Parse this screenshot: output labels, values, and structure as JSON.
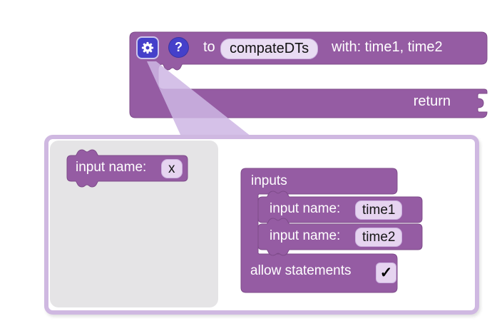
{
  "colors": {
    "block": "#955ca3",
    "block_border": "#7e4b8a",
    "field_bg": "#e6d4f0",
    "field_border": "#cdb3e0",
    "name_field_bg": "#e9dcf3",
    "button_blue": "#4540ca",
    "dialog_border": "#cfb8e1",
    "flyout_bg": "#e5e4e6",
    "wedge": "rgba(206,182,228,0.85)"
  },
  "definition_block": {
    "gear_icon": "gear-mutator-toggle",
    "help_glyph": "?",
    "prefix_label": "to",
    "procedure_name": "compateDTs",
    "params_label": "with: time1, time2",
    "return_label": "return"
  },
  "mutator_dialog": {
    "flyout_block": {
      "label": "input name:",
      "value": "x"
    },
    "inputs_block": {
      "title": "inputs",
      "rows": [
        {
          "label": "input name:",
          "value": "time1"
        },
        {
          "label": "input name:",
          "value": "time2"
        }
      ],
      "allow_statements": {
        "label": "allow statements",
        "checked": true,
        "check_glyph": "✓"
      }
    }
  }
}
